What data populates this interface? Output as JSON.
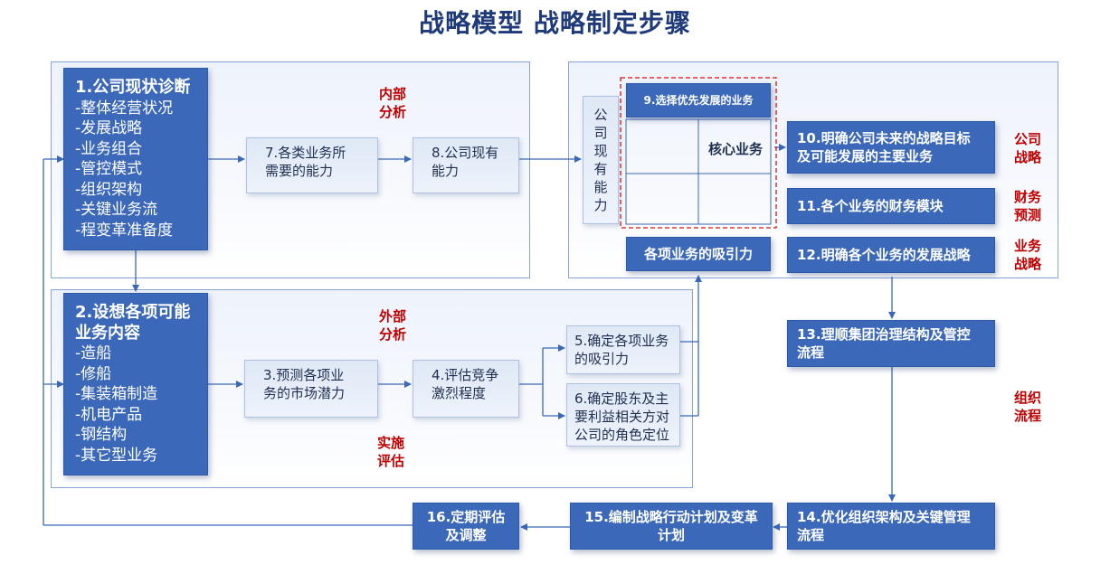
{
  "title": "战略模型 战略制定步骤",
  "box1": {
    "heading": "1.公司现状诊断",
    "items": [
      "-整体经营状况",
      "-发展战略",
      "-业务组合",
      "-管控模式",
      "-组织架构",
      "-关键业务流",
      "-程变革准备度"
    ]
  },
  "box2": {
    "heading_line1": "2.设想各项可能",
    "heading_line2": "业务内容",
    "items": [
      "-造船",
      "-修船",
      "-集装箱制造",
      "-机电产品",
      "-钢结构",
      "-其它型业务"
    ]
  },
  "box7": {
    "line1": "7.各类业务所",
    "line2": "需要的能力"
  },
  "box8": {
    "line1": "8.公司现有",
    "line2": "能力"
  },
  "box3": {
    "line1": "3.预测各项业",
    "line2": "务的市场潜力"
  },
  "box4": {
    "line1": "4.评估竞争",
    "line2": "激烈程度"
  },
  "box5": {
    "line1": "5.确定各项业务",
    "line2": "的吸引力"
  },
  "box6": {
    "line1": "6.确定股东及主",
    "line2": "要利益相关方对",
    "line3": "公司的角色定位"
  },
  "vertical_capability": [
    "公",
    "司",
    "现",
    "有",
    "能",
    "力"
  ],
  "box9": "9.选择优先发展的业务",
  "core_business": "核心业务",
  "attractiveness": "各项业务的吸引力",
  "box10": {
    "line1": "10.明确公司未来的战略目标",
    "line2": "及可能发展的主要业务"
  },
  "box11": "11.各个业务的财务模块",
  "box12": "12.明确各个业务的发展战略",
  "box13": {
    "line1": "13.理顺集团治理结构及管控",
    "line2": "流程"
  },
  "box14": {
    "line1": "14.优化组织架构及关键管理",
    "line2": "流程"
  },
  "box15": {
    "line1": "15.编制战略行动计划及变革",
    "line2": "计划"
  },
  "box16": {
    "line1": "16.定期评估",
    "line2": "及调整"
  },
  "labels": {
    "internal": [
      "内部",
      "分析"
    ],
    "external": [
      "外部",
      "分析"
    ],
    "implementation": [
      "实施",
      "评估"
    ],
    "company_strategy": [
      "公司",
      "战略"
    ],
    "financial_forecast": [
      "财务",
      "预测"
    ],
    "business_strategy": [
      "业务",
      "战略"
    ],
    "organization_process": [
      "组织",
      "流程"
    ]
  },
  "colors": {
    "dark_box": "#3b68b8",
    "title": "#1f3a7a",
    "accent_red": "#c00000",
    "line": "#3b68b8"
  }
}
